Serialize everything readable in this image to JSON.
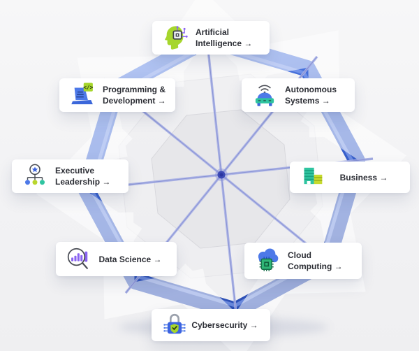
{
  "page": {
    "background": "#f2f2f4"
  },
  "wheel": {
    "ring_color": "#3f67d6",
    "ring_highlight": "#8aa6f0",
    "ring_dark_edge": "#2a4cae",
    "spoke_color": "#a9b1e6",
    "spoke_core_color": "#7f8ad0",
    "hub_color": "#3c49b4",
    "hub_glow_color": "#8891d8",
    "inner_octagon_color": "#e8e8eb",
    "chevron_color": "#ffffff"
  },
  "icons": {
    "code_tag": "</>"
  },
  "cards": [
    {
      "id": "artificial-intelligence",
      "icon": "ai-head-chip-icon",
      "line1": "Artificial",
      "line2": "Intelligence →"
    },
    {
      "id": "programming-development",
      "icon": "laptop-code-icon",
      "line1": "Programming &",
      "line2": "Development →"
    },
    {
      "id": "autonomous-systems",
      "icon": "autonomous-car-icon",
      "line1": "Autonomous",
      "line2": "Systems →"
    },
    {
      "id": "executive-leadership",
      "icon": "org-chart-icon",
      "line1": "Executive",
      "line2": "Leadership →"
    },
    {
      "id": "business",
      "icon": "buildings-icon",
      "line1": "Business →"
    },
    {
      "id": "data-science",
      "icon": "magnifier-bar-chart-icon",
      "line1": "Data Science →"
    },
    {
      "id": "cloud-computing",
      "icon": "cloud-chip-icon",
      "line1": "Cloud",
      "line2": "Computing →"
    },
    {
      "id": "cybersecurity",
      "icon": "padlock-shield-icon",
      "line1": "Cybersecurity →"
    }
  ]
}
